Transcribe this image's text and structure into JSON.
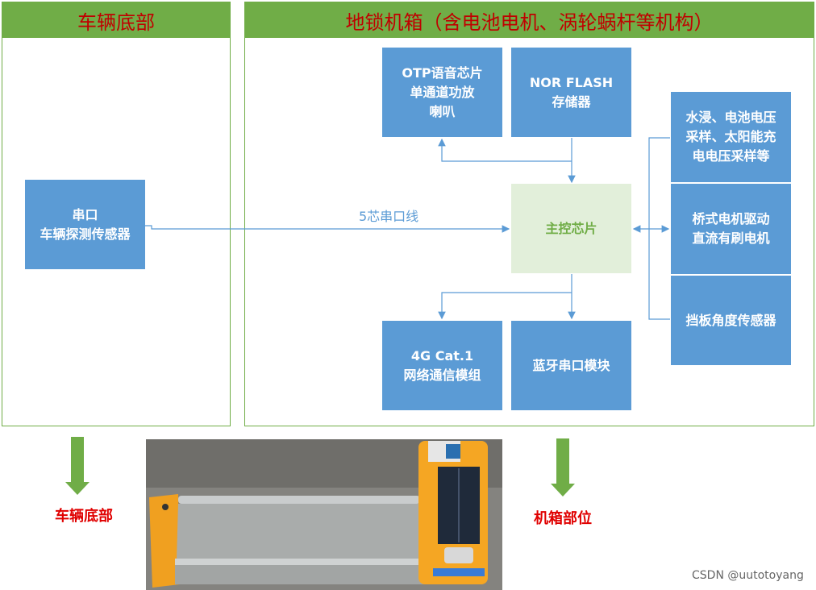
{
  "left_panel": {
    "title": "车辆底部"
  },
  "right_panel": {
    "title": "地锁机箱（含电池电机、涡轮蜗杆等机构）"
  },
  "boxes": {
    "sensor": "串口\n车辆探测传感器",
    "otp": "OTP语音芯片\n单通道功放\n喇叭",
    "nor": "NOR FLASH\n存储器",
    "main": "主控芯片",
    "water": "水浸、电池电压\n采样、太阳能充\n电电压采样等",
    "bridge": "桥式电机驱动\n直流有刷电机",
    "baffle": "挡板角度传感器",
    "g4": "4G Cat.1\n网络通信模组",
    "bt": "蓝牙串口模块"
  },
  "serial_line_label": "5芯串口线",
  "footer": {
    "left_label": "车辆底部",
    "right_label": "机箱部位",
    "watermark": "CSDN @uutotoyang"
  },
  "colors": {
    "green": "#70ad47",
    "blue": "#5b9bd5",
    "red": "#c00000",
    "main_fill": "#e2efda"
  }
}
